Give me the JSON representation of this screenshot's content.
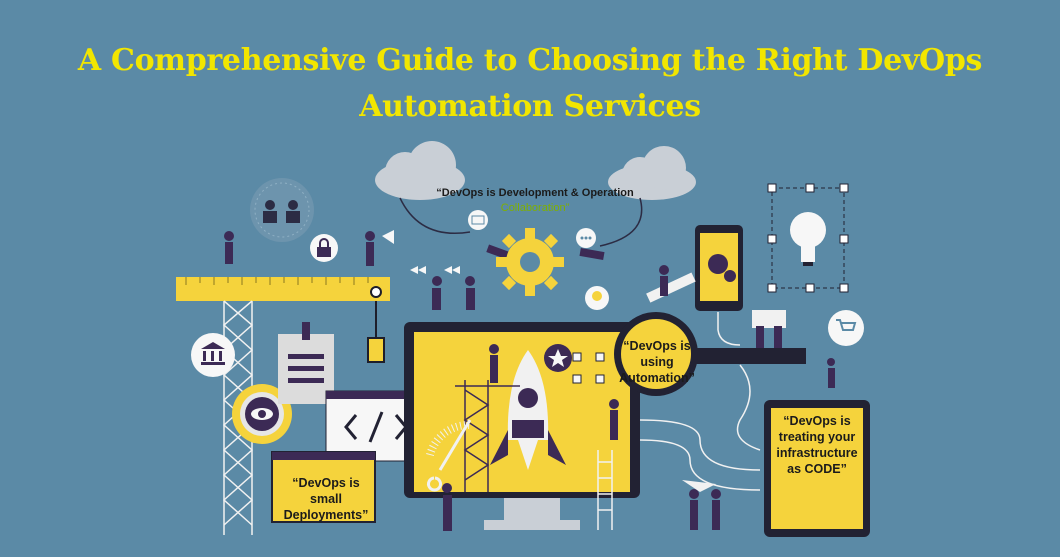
{
  "title": {
    "line1": "A Comprehensive Guide to Choosing the Right DevOps",
    "line2": "Automation Services"
  },
  "callouts": {
    "dev_ops_line1": "“DevOps is Development & Operation",
    "dev_ops_line2": "Collaboration”",
    "automation": "“DevOps is using Automation”",
    "small_deployments": "“DevOps is small Deployments”",
    "infra_as_code": "“DevOps is treating your infrastructure as CODE”"
  },
  "colors": {
    "background": "#5b8aa6",
    "title": "#f2e600",
    "accent_yellow": "#f5d33c",
    "dark": "#222233",
    "figure": "#3c2a55"
  },
  "icons": [
    "team-icon",
    "lock-icon",
    "bank-icon",
    "eye-icon",
    "code-icon",
    "gear-icon",
    "cloud-icon",
    "mail-icon",
    "chat-icon",
    "location-pin-icon",
    "lightbulb-icon",
    "cart-icon",
    "rocket-icon",
    "star-icon"
  ]
}
